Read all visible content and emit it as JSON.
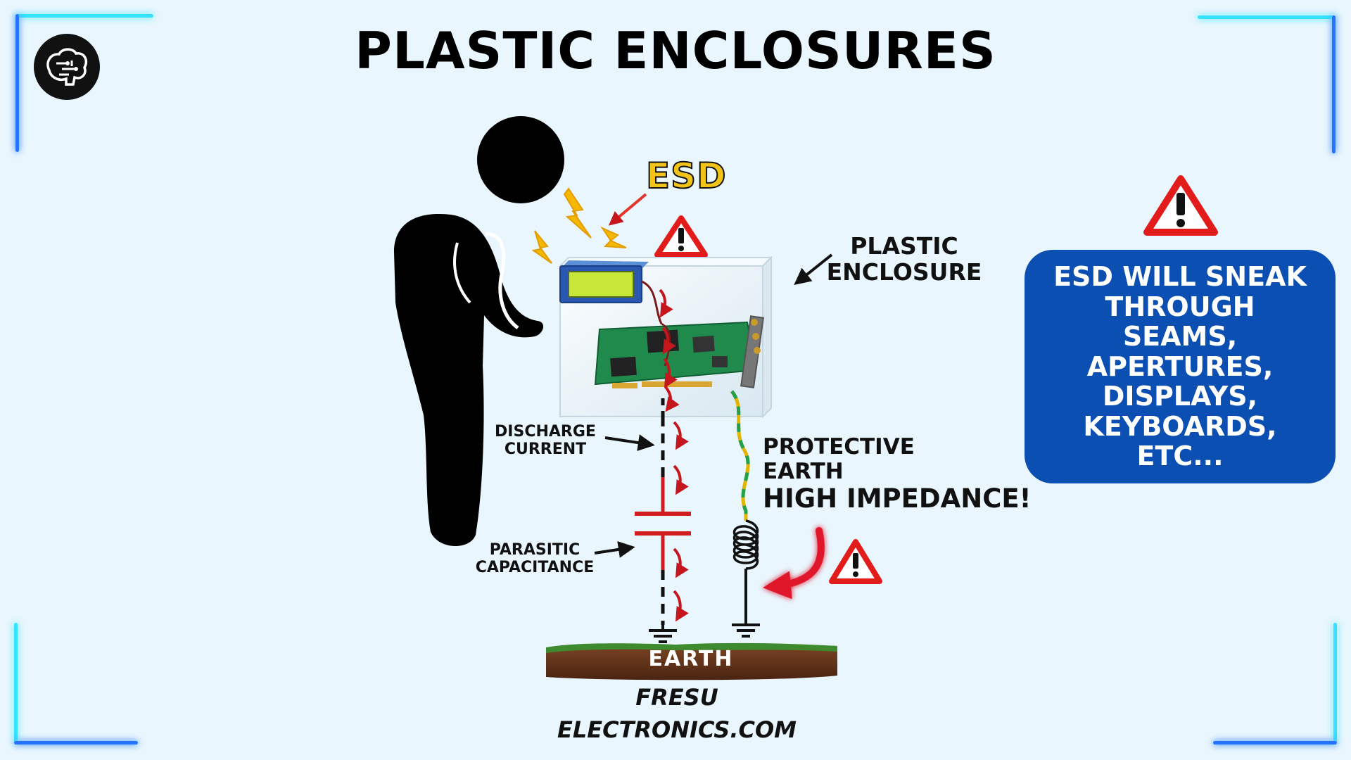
{
  "title": "PLASTIC ENCLOSURES",
  "labels": {
    "esd": "ESD",
    "enclosure_line1": "PLASTIC",
    "enclosure_line2": "ENCLOSURE",
    "discharge_line1": "DISCHARGE",
    "discharge_line2": "CURRENT",
    "parasitic_line1": "PARASITIC",
    "parasitic_line2": "CAPACITANCE",
    "protective_line1": "PROTECTIVE",
    "protective_line2": "EARTH",
    "impedance": "HIGH IMPEDANCE!",
    "earth": "EARTH",
    "brand_line1": "FRESU",
    "brand_line2": "ELECTRONICS.COM"
  },
  "callout": {
    "text": "ESD WILL SNEAK THROUGH SEAMS, APERTURES, DISPLAYS, KEYBOARDS, ETC..."
  },
  "icons": {
    "logo": "brain-circuit-icon",
    "warning": "warning-triangle-icon",
    "spark": "lightning-bolt-icon",
    "ground": "ground-symbol-icon"
  },
  "colors": {
    "background": "#e9f6fd",
    "callout_bg": "#0c4fb2",
    "warning_red": "#e21b1b",
    "esd_yellow": "#f2c417",
    "arrow_red": "#c4161c",
    "pcb_green": "#1f8a4c",
    "frame_cyan": "#35e3ff",
    "frame_blue": "#2673ff",
    "soil_brown": "#6b3a1f",
    "grass_green": "#3e8a2e"
  }
}
